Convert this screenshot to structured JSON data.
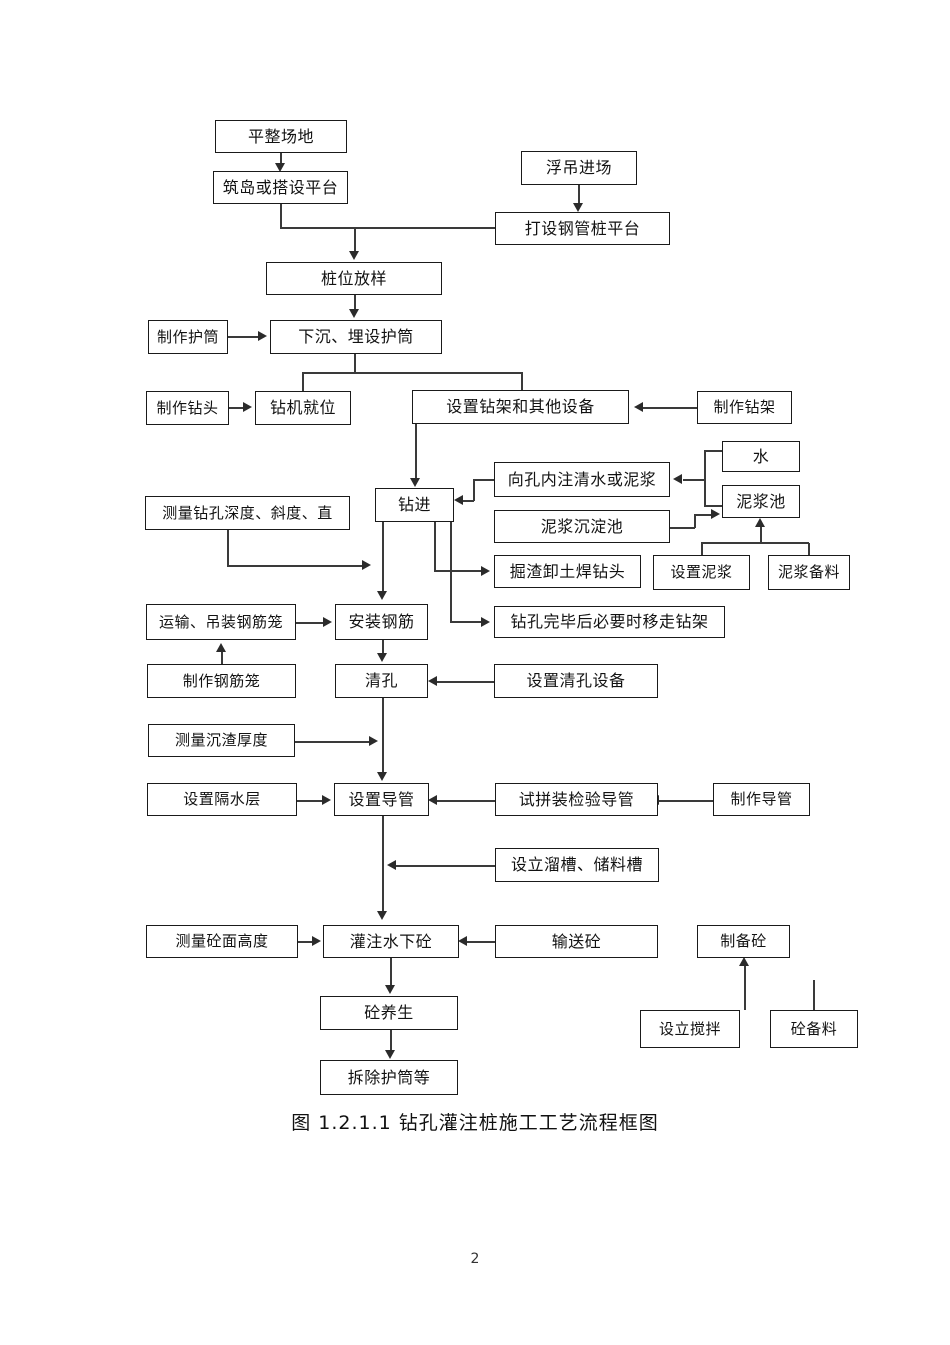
{
  "document": {
    "caption": "图 1.2.1.1  钻孔灌注桩施工工艺流程框图",
    "page_number": "2",
    "line_color": "#3a3a3a",
    "box_border_color": "#1a1a1a",
    "text_color": "#121212",
    "background": "#ffffff"
  },
  "flowchart": {
    "title": "钻孔灌注桩施工工艺流程框图",
    "type": "process-flow-diagram",
    "nodes": [
      {
        "id": "n1",
        "label": "平整场地"
      },
      {
        "id": "n2",
        "label": "筑岛或搭设平台"
      },
      {
        "id": "n3",
        "label": "浮吊进场"
      },
      {
        "id": "n4",
        "label": "打设钢管桩平台"
      },
      {
        "id": "n5",
        "label": "桩位放样"
      },
      {
        "id": "n6",
        "label": "制作护筒"
      },
      {
        "id": "n7",
        "label": "下沉、埋设护筒"
      },
      {
        "id": "n8",
        "label": "制作钻头"
      },
      {
        "id": "n9",
        "label": "钻机就位"
      },
      {
        "id": "n10",
        "label": "设置钻架和其他设备"
      },
      {
        "id": "n11",
        "label": "制作钻架"
      },
      {
        "id": "n12",
        "label": "钻进"
      },
      {
        "id": "n13",
        "label": "向孔内注清水或泥浆"
      },
      {
        "id": "n14",
        "label": "水"
      },
      {
        "id": "n15",
        "label": "泥浆池"
      },
      {
        "id": "n16",
        "label": "泥浆沉淀池"
      },
      {
        "id": "n17",
        "label": "测量钻孔深度、斜度、直"
      },
      {
        "id": "n18",
        "label": "掘渣卸土焊钻头"
      },
      {
        "id": "n19",
        "label": "设置泥浆"
      },
      {
        "id": "n20",
        "label": "泥浆备料"
      },
      {
        "id": "n21",
        "label": "运输、吊装钢筋笼"
      },
      {
        "id": "n22",
        "label": "安装钢筋"
      },
      {
        "id": "n23",
        "label": "钻孔完毕后必要时移走钻架"
      },
      {
        "id": "n24",
        "label": "制作钢筋笼"
      },
      {
        "id": "n25",
        "label": "清孔"
      },
      {
        "id": "n26",
        "label": "设置清孔设备"
      },
      {
        "id": "n27",
        "label": "测量沉渣厚度"
      },
      {
        "id": "n28",
        "label": "设置隔水层"
      },
      {
        "id": "n29",
        "label": "设置导管"
      },
      {
        "id": "n30",
        "label": "试拼装检验导管"
      },
      {
        "id": "n31",
        "label": "制作导管"
      },
      {
        "id": "n32",
        "label": "设立溜槽、储料槽"
      },
      {
        "id": "n33",
        "label": "测量砼面高度"
      },
      {
        "id": "n34",
        "label": "灌注水下砼"
      },
      {
        "id": "n35",
        "label": "输送砼"
      },
      {
        "id": "n36",
        "label": "制备砼"
      },
      {
        "id": "n37",
        "label": "砼养生"
      },
      {
        "id": "n38",
        "label": "设立搅拌"
      },
      {
        "id": "n39",
        "label": "砼备料"
      },
      {
        "id": "n40",
        "label": "拆除护筒等"
      }
    ],
    "edges": [
      {
        "from": "平整场地",
        "to": "筑岛或搭设平台"
      },
      {
        "from": "浮吊进场",
        "to": "打设钢管桩平台"
      },
      {
        "from": "筑岛或搭设平台",
        "to": "桩位放样"
      },
      {
        "from": "打设钢管桩平台",
        "to": "桩位放样"
      },
      {
        "from": "桩位放样",
        "to": "下沉、埋设护筒"
      },
      {
        "from": "制作护筒",
        "to": "下沉、埋设护筒"
      },
      {
        "from": "下沉、埋设护筒",
        "to": "钻机就位"
      },
      {
        "from": "下沉、埋设护筒",
        "to": "设置钻架和其他设备"
      },
      {
        "from": "制作钻头",
        "to": "钻机就位"
      },
      {
        "from": "制作钻架",
        "to": "设置钻架和其他设备"
      },
      {
        "from": "设置钻架和其他设备",
        "to": "钻进"
      },
      {
        "from": "向孔内注清水或泥浆",
        "to": "钻进"
      },
      {
        "from": "水",
        "to": "向孔内注清水或泥浆"
      },
      {
        "from": "泥浆池",
        "to": "向孔内注清水或泥浆"
      },
      {
        "from": "泥浆沉淀池",
        "to": "泥浆池"
      },
      {
        "from": "设置泥浆",
        "to": "泥浆池"
      },
      {
        "from": "泥浆备料",
        "to": "泥浆池"
      },
      {
        "from": "钻进",
        "to": "掘渣卸土焊钻头"
      },
      {
        "from": "钻进",
        "to": "钻孔完毕后必要时移走钻架"
      },
      {
        "from": "钻进",
        "to": "安装钢筋"
      },
      {
        "from": "测量钻孔深度、斜度、直",
        "to": "钻进"
      },
      {
        "from": "运输、吊装钢筋笼",
        "to": "安装钢筋"
      },
      {
        "from": "制作钢筋笼",
        "to": "运输、吊装钢筋笼"
      },
      {
        "from": "安装钢筋",
        "to": "清孔"
      },
      {
        "from": "设置清孔设备",
        "to": "清孔"
      },
      {
        "from": "测量沉渣厚度",
        "to": "清孔"
      },
      {
        "from": "清孔",
        "to": "设置导管"
      },
      {
        "from": "设置隔水层",
        "to": "设置导管"
      },
      {
        "from": "试拼装检验导管",
        "to": "设置导管"
      },
      {
        "from": "制作导管",
        "to": "试拼装检验导管"
      },
      {
        "from": "设立溜槽、储料槽",
        "to": "设置导管"
      },
      {
        "from": "设置导管",
        "to": "灌注水下砼"
      },
      {
        "from": "测量砼面高度",
        "to": "灌注水下砼"
      },
      {
        "from": "输送砼",
        "to": "灌注水下砼"
      },
      {
        "from": "设立搅拌",
        "to": "制备砼"
      },
      {
        "from": "砼备料",
        "to": "制备砼"
      },
      {
        "from": "灌注水下砼",
        "to": "砼养生"
      },
      {
        "from": "砼养生",
        "to": "拆除护筒等"
      }
    ]
  }
}
